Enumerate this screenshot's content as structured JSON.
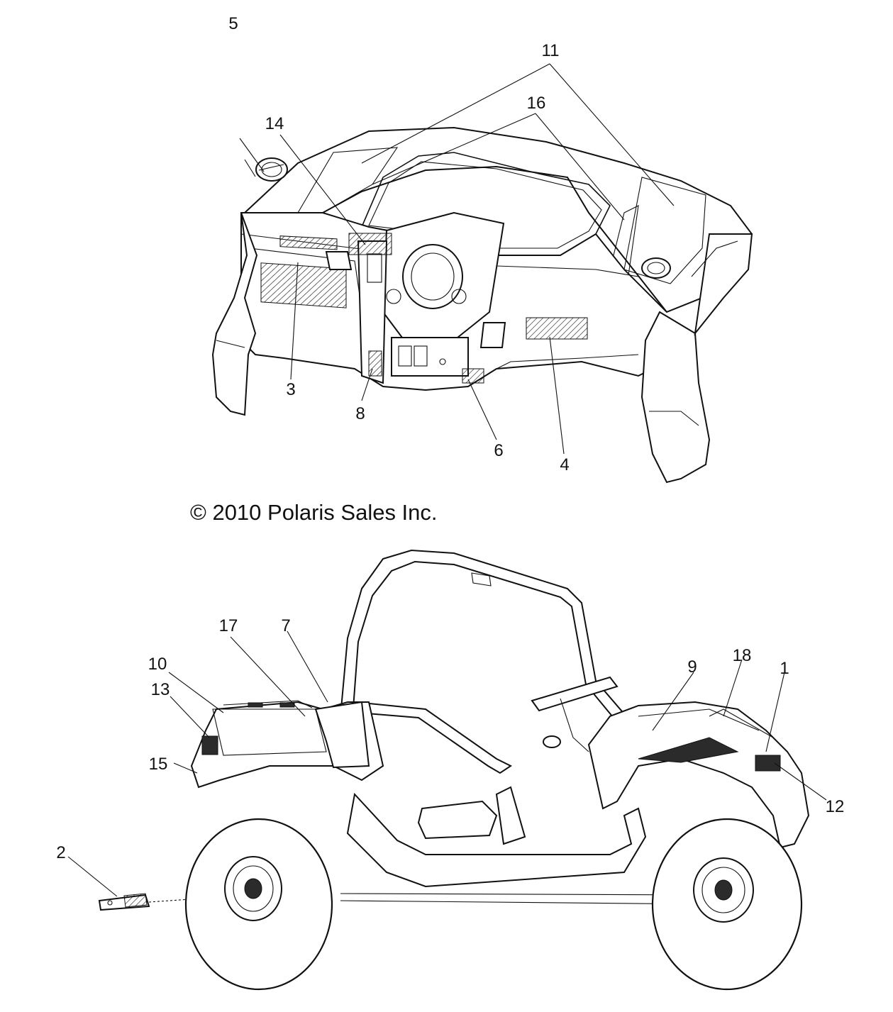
{
  "copyright": "© 2010 Polaris Sales Inc.",
  "callouts": {
    "c1": "1",
    "c2": "2",
    "c3": "3",
    "c4": "4",
    "c5": "5",
    "c6": "6",
    "c7": "7",
    "c8": "8",
    "c9": "9",
    "c10": "10",
    "c11": "11",
    "c12": "12",
    "c13": "13",
    "c14": "14",
    "c15": "15",
    "c16": "16",
    "c17": "17",
    "c18": "18"
  },
  "colors": {
    "ink": "#111111",
    "paper": "#ffffff"
  }
}
